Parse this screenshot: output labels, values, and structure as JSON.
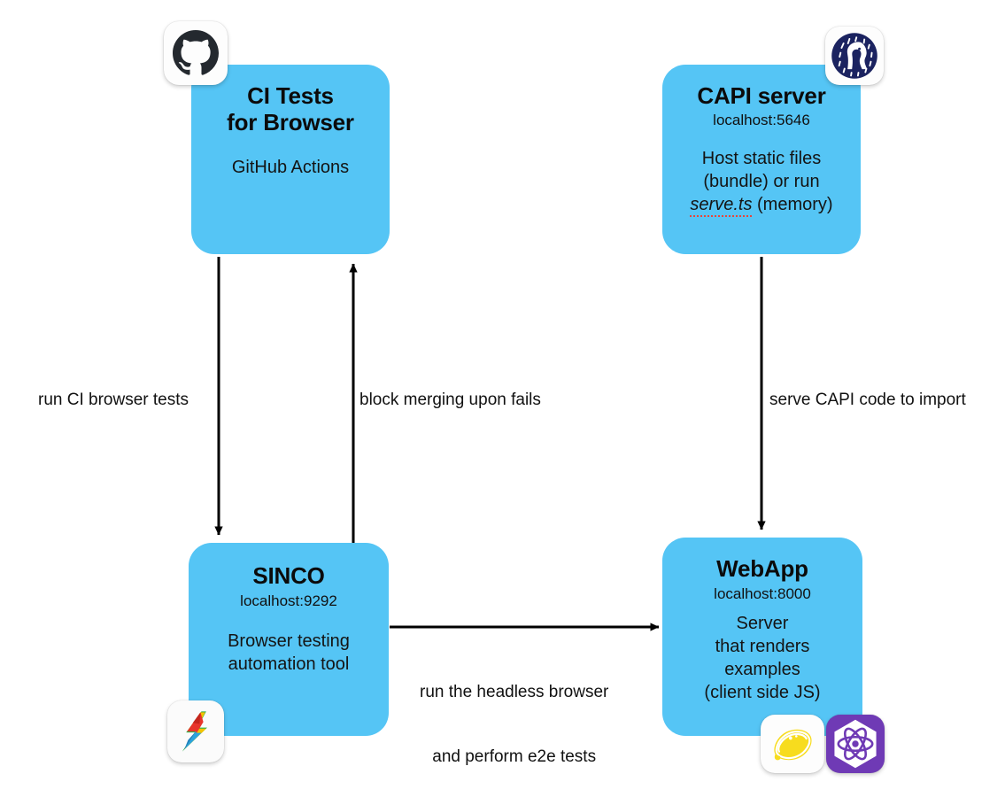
{
  "diagram": {
    "title": "SINCO architecture diagram",
    "accent_color": "#55c5f5",
    "text_color": "#111111",
    "arrow_color": "#000000",
    "spellcheck_underline_color": "#e8443a"
  },
  "nodes": {
    "ci_tests": {
      "title_line1": "CI Tests",
      "title_line2": "for Browser",
      "description": "GitHub Actions",
      "icon": "github-icon"
    },
    "capi_server": {
      "title": "CAPI server",
      "host": "localhost:5646",
      "desc_line1": "Host static files",
      "desc_line2": "(bundle) or run",
      "desc_emphasis": "serve.ts",
      "desc_line3_tail": " (memory)",
      "icon": "deno-icon"
    },
    "sinco": {
      "title": "SINCO",
      "host": "localhost:9292",
      "desc_line1": "Browser testing",
      "desc_line2": "automation tool",
      "icon": "sinco-lightning-icon"
    },
    "webapp": {
      "title": "WebApp",
      "host": "localhost:8000",
      "desc_line1": "Server",
      "desc_line2": "that renders",
      "desc_line3": "examples",
      "desc_line4": "(client side JS)",
      "icon_left": "drash-lemon-icon",
      "icon_right": "preact-atom-icon"
    }
  },
  "edges": {
    "run_ci_browser_tests": "run CI browser tests",
    "block_merging_upon_fails": "block merging upon fails",
    "serve_capi_code_to_import": "serve CAPI code to import",
    "headless_browser_line1": "run the headless browser",
    "headless_browser_line2": "and perform e2e tests"
  }
}
